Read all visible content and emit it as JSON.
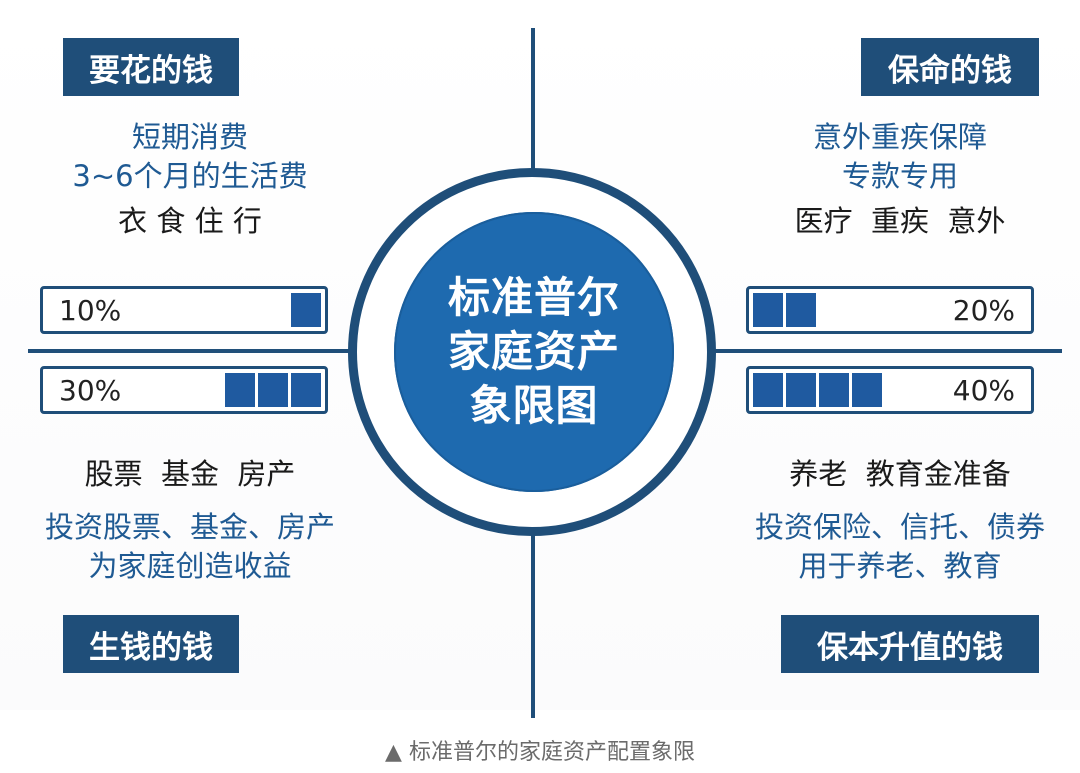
{
  "center_title": "标准普尔家庭资产象限图",
  "quadrants": {
    "top_left": {
      "badge": "要花的钱",
      "desc_line1": "短期消费",
      "desc_line2": "3~6个月的生活费",
      "items": "衣 食 住 行",
      "percent": "10%",
      "blocks": 1
    },
    "top_right": {
      "badge": "保命的钱",
      "desc_line1": "意外重疾保障",
      "desc_line2": "专款专用",
      "items": "医疗  重疾  意外",
      "percent": "20%",
      "blocks": 2
    },
    "bottom_left": {
      "badge": "生钱的钱",
      "items": "股票  基金  房产",
      "desc_line1": "投资股票、基金、房产",
      "desc_line2": "为家庭创造收益",
      "percent": "30%",
      "blocks": 3
    },
    "bottom_right": {
      "badge": "保本升值的钱",
      "items": "养老  教育金准备",
      "desc_line1": "投资保险、信托、债券",
      "desc_line2": "用于养老、教育",
      "percent": "40%",
      "blocks": 4
    }
  },
  "caption": "▲ 标准普尔的家庭资产配置象限",
  "colors": {
    "navy": "#1f4e79",
    "circle_blue": "#1e6aaf",
    "text_blue": "#1f5a93"
  }
}
